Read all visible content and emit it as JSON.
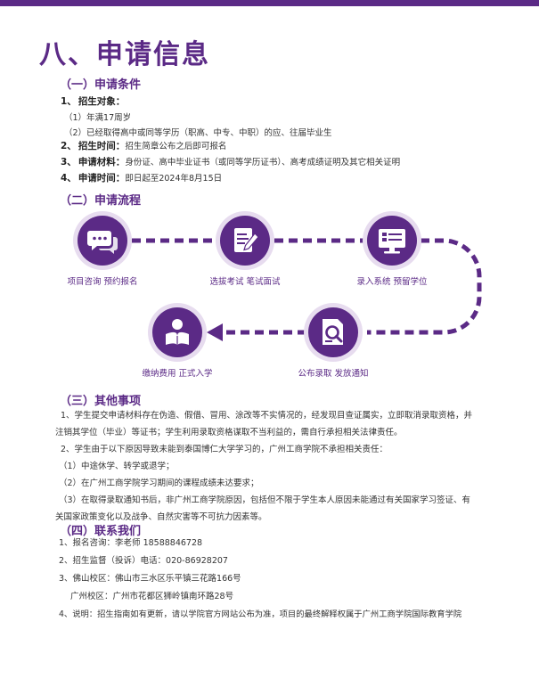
{
  "title": "八、申请信息",
  "section1": {
    "heading": "（一）申请条件",
    "item1_num": "1、",
    "item1_label": "招生对象：",
    "item1_sub1": "（1）年满17周岁",
    "item1_sub2": "（2）已经取得高中或同等学历（职高、中专、中职）的应、往届毕业生",
    "item2_num": "2、",
    "item2_label": "招生时间：",
    "item2_text": "招生简章公布之后即可报名",
    "item3_num": "3、",
    "item3_label": "申请材料：",
    "item3_text": "身份证、高中毕业证书（或同等学历证书）、高考成绩证明及其它相关证明",
    "item4_num": "4、",
    "item4_label": "申请时间：",
    "item4_text": "即日起至2024年8月15日"
  },
  "section2": {
    "heading": "（二）申请流程",
    "steps": [
      {
        "label": "项目咨询 预约报名",
        "icon": "chat-bubbles-icon"
      },
      {
        "label": "选拔考试 笔试面试",
        "icon": "document-pen-icon"
      },
      {
        "label": "录入系统 预留学位",
        "icon": "computer-monitor-icon"
      },
      {
        "label": "公布录取 发放通知",
        "icon": "magnifier-document-icon"
      },
      {
        "label": "缴纳费用 正式入学",
        "icon": "student-reading-icon"
      }
    ]
  },
  "section3": {
    "heading": "（三）其他事项",
    "p1_line1": "1、学生提交申请材料存在伪造、假借、冒用、涂改等不实情况的，经发现目查证属实，立即取消录取资格，并",
    "p1_line2": "注销其学位（毕业）等证书；学生利用录取资格谋取不当利益的，需自行承担相关法律责任。",
    "p2": "2、学生由于以下原因导致未能到泰国博仁大学学习的，广州工商学院不承担相关责任：",
    "p2_sub1": "（1）中途休学、转学或退学；",
    "p2_sub2": "（2）在广州工商学院学习期间的课程成绩未达要求；",
    "p2_sub3_line1": "（3）在取得录取通知书后，非广州工商学院原因，包括但不限于学生本人原因未能通过有关国家学习签证、有",
    "p2_sub3_line2": "关国家政策变化以及战争、自然灾害等不可抗力因素等。"
  },
  "section4": {
    "heading": "（四）联系我们",
    "c1": "1、报名咨询：李老师 18588846728",
    "c2": "2、招生监督（投诉）电话：020-86928207",
    "c3": "3、佛山校区：佛山市三水区乐平镇三花路166号",
    "c3b": "广州校区：广州市花都区狮岭镇南环路28号",
    "c4": "4、说明：招生指南如有更新，请以学院官方网站公布为准，项目的最终解释权属于广州工商学院国际教育学院"
  },
  "colors": {
    "accent": "#5b2a86",
    "accent_light": "#e7dcef",
    "text": "#333333"
  }
}
